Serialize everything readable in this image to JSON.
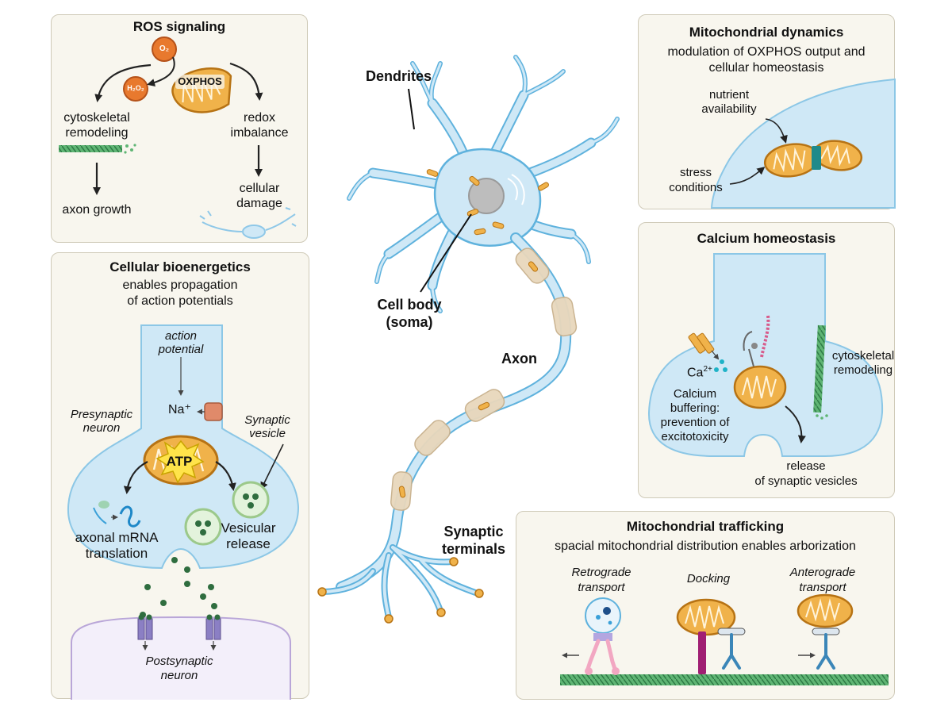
{
  "colors": {
    "panel_bg": "#f8f6ee",
    "panel_border": "#cfcab8",
    "neuron_fill": "#cfe8f6",
    "neuron_stroke": "#5fb2dd",
    "mito_fill": "#f0b24a",
    "mito_stroke": "#b77314",
    "myelin": "#e8d7bc",
    "ros_orange": "#e8792e",
    "microtubule": "#3f9c5a",
    "atp_yellow": "#ffe34a",
    "vesicle_green": "#2f6d3f"
  },
  "center": {
    "dendrites": "Dendrites",
    "cell_body_line1": "Cell body",
    "cell_body_line2": "(soma)",
    "axon": "Axon",
    "synaptic_line1": "Synaptic",
    "synaptic_line2": "terminals"
  },
  "ros": {
    "title": "ROS signaling",
    "o2": "O₂",
    "h2o2": "H₂O₂",
    "oxphos": "OXPHOS",
    "cytoskeletal_line1": "cytoskeletal",
    "cytoskeletal_line2": "remodeling",
    "redox_line1": "redox",
    "redox_line2": "imbalance",
    "axon_growth": "axon growth",
    "damage_line1": "cellular",
    "damage_line2": "damage"
  },
  "bioenergetics": {
    "title": "Cellular bioenergetics",
    "subtitle_line1": "enables propagation",
    "subtitle_line2": "of action potentials",
    "ap_line1": "action",
    "ap_line2": "potential",
    "na": "Na⁺",
    "presyn_line1": "Presynaptic",
    "presyn_line2": "neuron",
    "synvesicle_line1": "Synaptic",
    "synvesicle_line2": "vesicle",
    "atp": "ATP",
    "mrna_line1": "axonal mRNA",
    "mrna_line2": "translation",
    "vesicular_line1": "Vesicular",
    "vesicular_line2": "release",
    "postsyn_line1": "Postsynaptic",
    "postsyn_line2": "neuron"
  },
  "dynamics": {
    "title": "Mitochondrial dynamics",
    "subtitle_line1": "modulation of OXPHOS output and",
    "subtitle_line2": "cellular homeostasis",
    "nutrient_line1": "nutrient",
    "nutrient_line2": "availability",
    "stress_line1": "stress",
    "stress_line2": "conditions"
  },
  "calcium": {
    "title": "Calcium homeostasis",
    "ca": "Ca",
    "ca_sup": "2+",
    "buffer_line1": "Calcium",
    "buffer_line2": "buffering:",
    "buffer_line3": "prevention of",
    "buffer_line4": "excitotoxicity",
    "cyto_line1": "cytoskeletal",
    "cyto_line2": "remodeling",
    "release_line1": "release",
    "release_line2": "of synaptic vesicles"
  },
  "trafficking": {
    "title": "Mitochondrial trafficking",
    "subtitle": "spacial mitochondrial distribution enables arborization",
    "retro_line1": "Retrograde",
    "retro_line2": "transport",
    "docking": "Docking",
    "antero_line1": "Anterograde",
    "antero_line2": "transport"
  }
}
